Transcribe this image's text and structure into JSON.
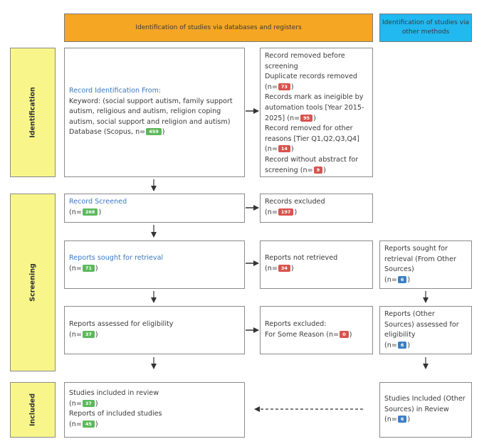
{
  "headers": {
    "databases": "Identification of studies via databases and registers",
    "other_methods": "Identification of studies via other methods"
  },
  "phases": {
    "identification": "Identification",
    "screening": "Screening",
    "included": "Included"
  },
  "colors": {
    "orange_header": "#f5a623",
    "blue_header": "#22b8f0",
    "phase_yellow": "#f8f68a",
    "badge_red": "#d9534f",
    "badge_green": "#5cb85c",
    "badge_blue": "#3b7fc4",
    "link_blue": "#3a78c2"
  },
  "identification": {
    "title": "Record Identification From:",
    "keyword_line1": "Keyword: (social support autism, family support",
    "keyword_line2": "autism, religious and autism, religion coping",
    "keyword_line3": "autism, social support and religion and autism)",
    "database_label": "Database (Scopus, n=",
    "database_n": "459",
    "database_close": ")"
  },
  "removed": {
    "l1": "Record removed before",
    "l2": "screening",
    "l3": "Duplicate records removed",
    "n_prefix": "(n=",
    "n_close": ")",
    "duplicates_n": "73",
    "l5": "Records mark as ineigible by",
    "l6": "automation tools [Year 2015-",
    "l7_prefix": "2025] (n=",
    "ineligible_n": "95",
    "l8": "Record removed for other",
    "l9": "reasons [Tier Q1,Q2,Q3,Q4]",
    "other_n": "14",
    "l11": "Record without abstract for",
    "l12_prefix": "screening (n=",
    "no_abstract_n": "9"
  },
  "screened": {
    "title": "Record Screened",
    "n_prefix": "(n=",
    "n": "268",
    "n_close": ")"
  },
  "excluded": {
    "title": "Records excluded",
    "n_prefix": "(n=",
    "n": "197",
    "n_close": ")"
  },
  "retrieval": {
    "title": "Reports sought for retrieval",
    "n_prefix": "(n=",
    "n": "71",
    "n_close": ")"
  },
  "not_retrieved": {
    "title": "Reports not retrieved",
    "n_prefix": "(n=",
    "n": "34",
    "n_close": ")"
  },
  "other_retrieval": {
    "l1": "Reports sought for",
    "l2": "retrieval (From Other",
    "l3": "Sources)",
    "n_prefix": "(n=",
    "n": "6",
    "n_close": ")"
  },
  "eligibility": {
    "title": "Reports assessed for eligibility",
    "n_prefix": "(n=",
    "n": "37",
    "n_close": ")"
  },
  "reports_excluded": {
    "l1": "Reports excluded:",
    "l2_prefix": "For Some Reason (n=",
    "n": "0",
    "n_close": ")"
  },
  "other_eligibility": {
    "l1": "Reports (Other",
    "l2": "Sources) assessed for",
    "l3": "eligibility",
    "n_prefix": "(n=",
    "n": "6",
    "n_close": ")"
  },
  "included": {
    "l1": "Studies included in review",
    "n_prefix": "(n=",
    "studies_n": "37",
    "n_close": ")",
    "l3": "Reports of included studies",
    "reports_n": "45"
  },
  "other_included": {
    "l1": "Studies Included (Other",
    "l2": "Sources) in Review",
    "n_prefix": "(n=",
    "n": "6",
    "n_close": ")"
  }
}
